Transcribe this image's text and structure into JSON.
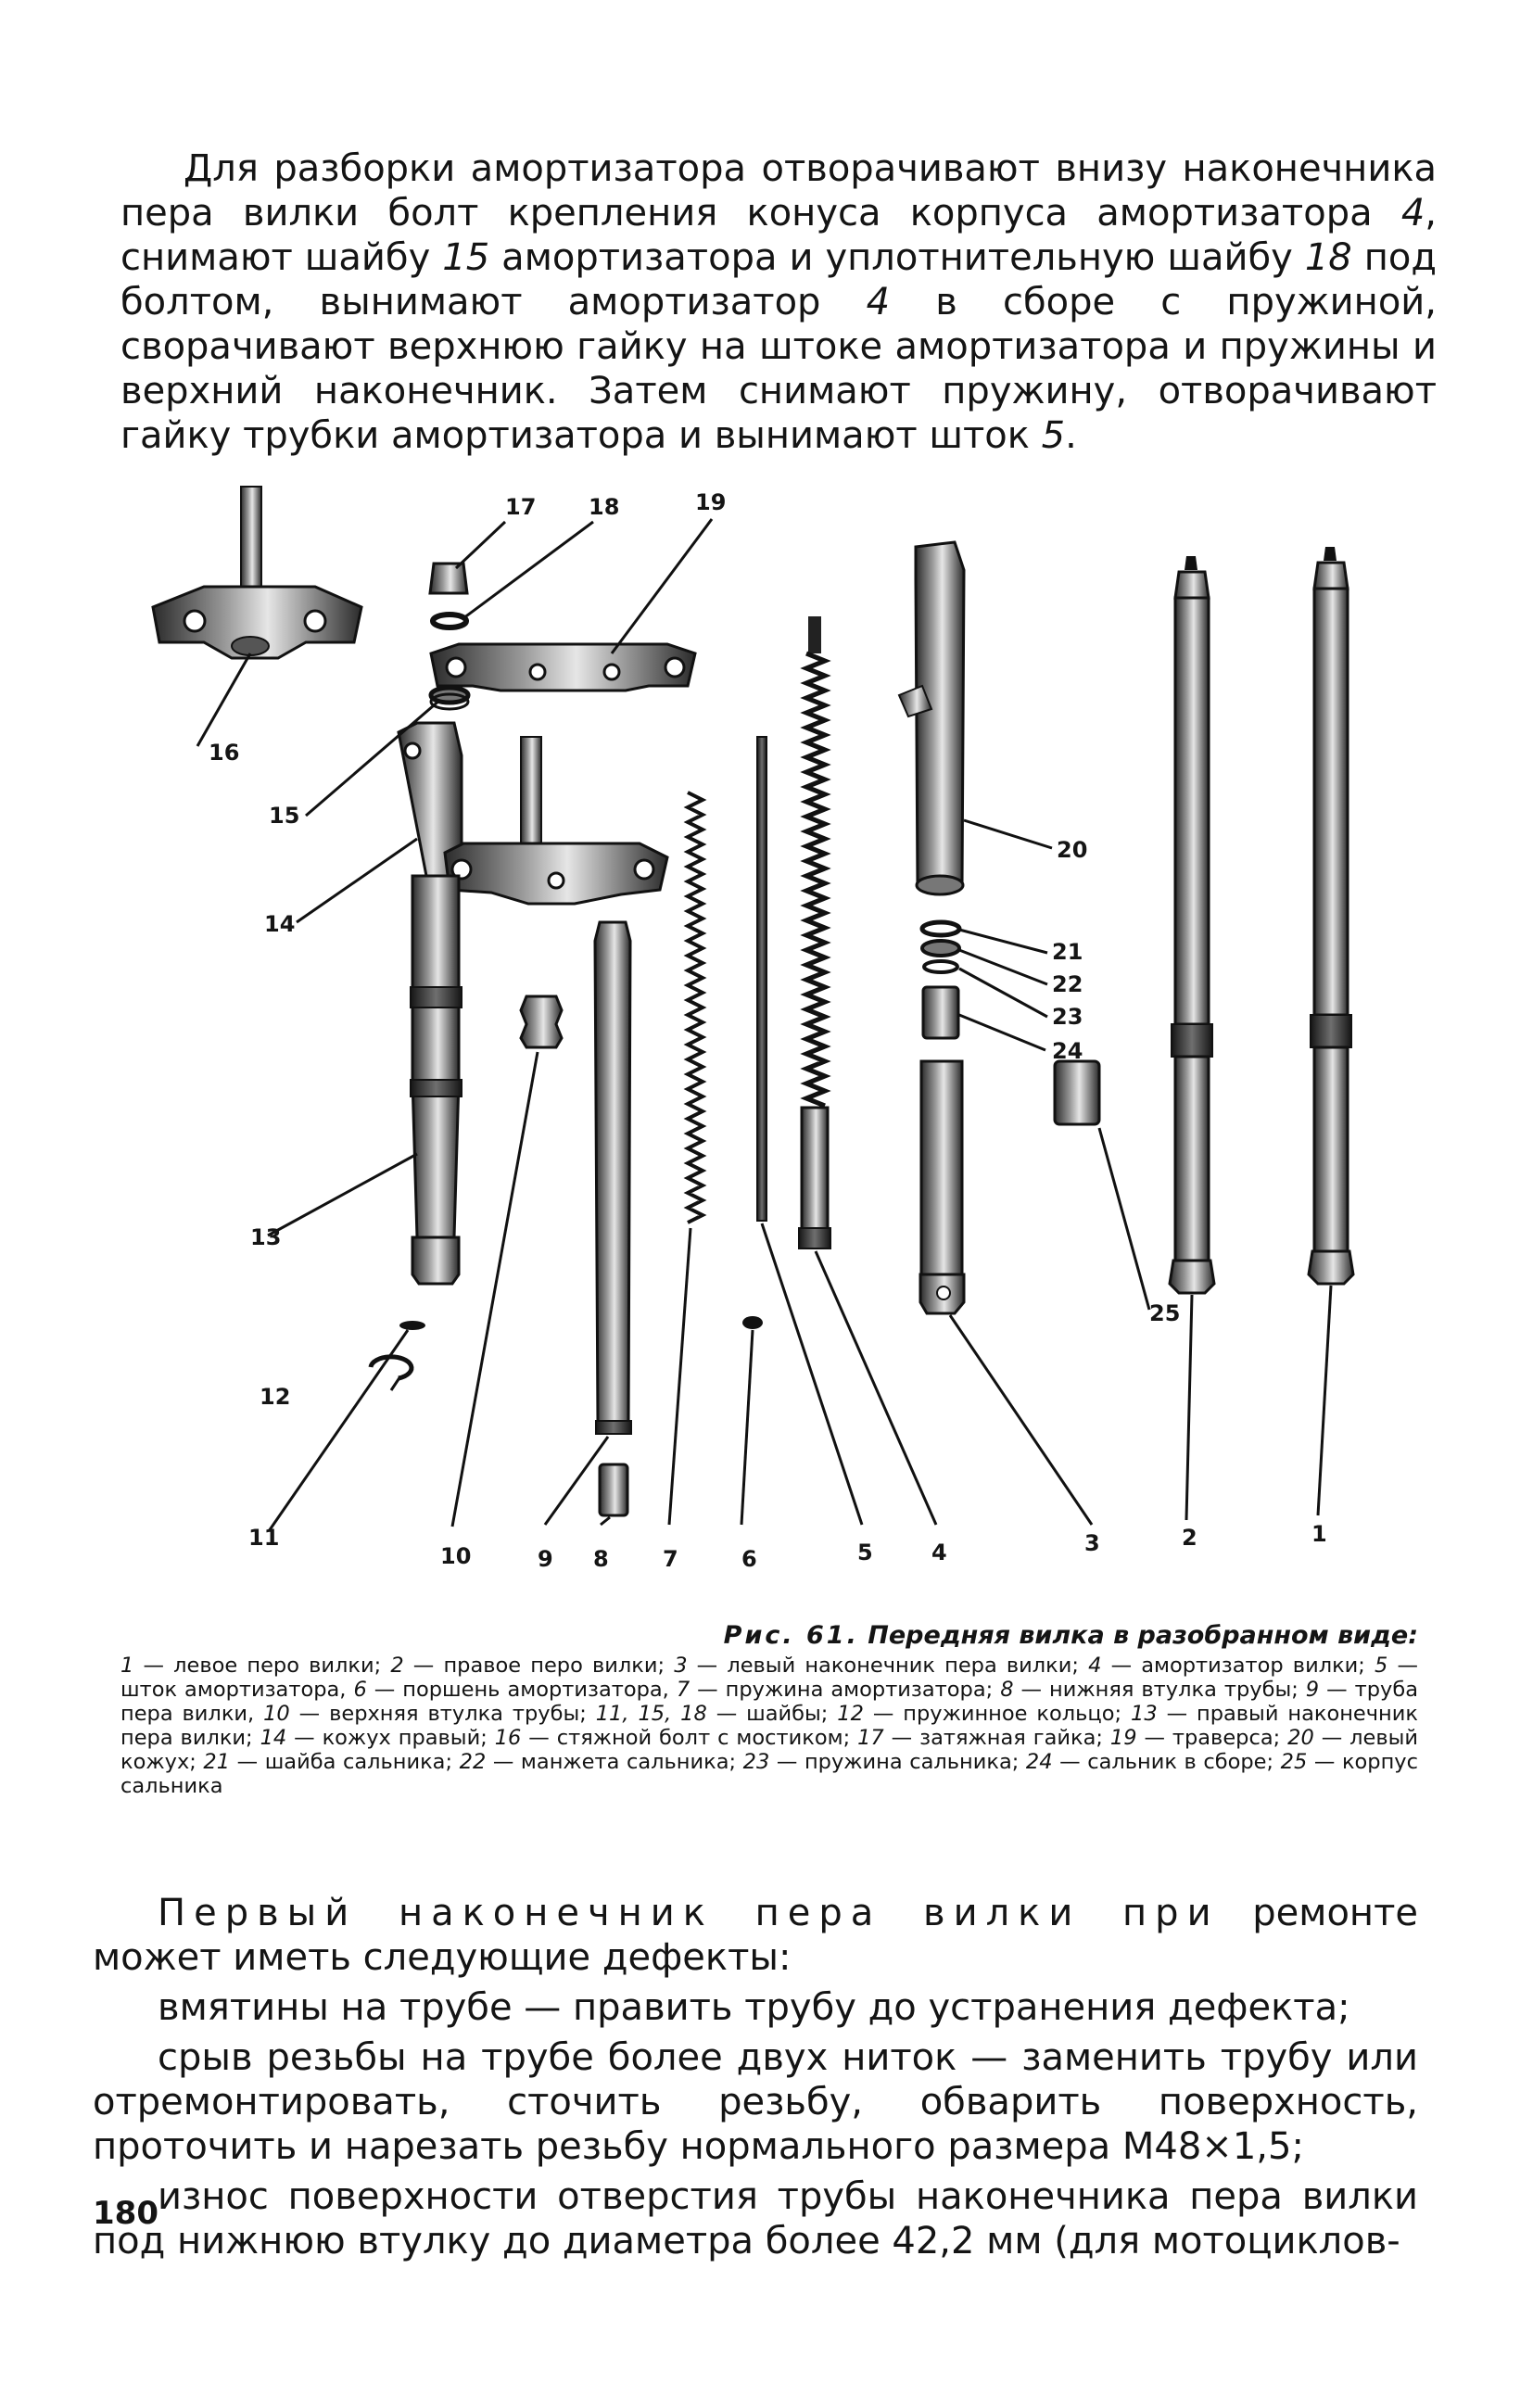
{
  "intro": {
    "parts": [
      "Для разборки амортизатора отворачивают внизу наконечника пера вилки болт крепления конуса корпуса амортизатора ",
      "4",
      ", снимают шайбу ",
      "15",
      " амортизатора и уплотнительную шайбу ",
      "18",
      " под болтом, вынимают амортизатор ",
      "4",
      " в сборе с пружиной, сворачивают верхнюю гайку на штоке амортизатора и пружины и верхний наконечник. Затем снимают пружину, отворачивают гайку трубки амортизатора и вынимают шток ",
      "5",
      "."
    ]
  },
  "figure": {
    "labels": [
      "1",
      "2",
      "3",
      "4",
      "5",
      "6",
      "7",
      "8",
      "9",
      "10",
      "11",
      "12",
      "13",
      "14",
      "15",
      "16",
      "17",
      "18",
      "19",
      "20",
      "21",
      "22",
      "23",
      "24",
      "25"
    ]
  },
  "caption": {
    "lead": "Рис. 61.",
    "title": "Передняя вилка в разобранном виде:",
    "items": [
      {
        "n": "1",
        "text": "левое перо вилки;"
      },
      {
        "n": "2",
        "text": "правое перо вилки;"
      },
      {
        "n": "3",
        "text": "левый наконечник пера вилки;"
      },
      {
        "n": "4",
        "text": "амортизатор вилки;"
      },
      {
        "n": "5",
        "text": "шток амортизатора,"
      },
      {
        "n": "6",
        "text": "поршень амортизатора,"
      },
      {
        "n": "7",
        "text": "пружина амортизатора;"
      },
      {
        "n": "8",
        "text": "нижняя втулка трубы;"
      },
      {
        "n": "9",
        "text": "труба пера вилки,"
      },
      {
        "n": "10",
        "text": "верхняя втулка трубы;"
      },
      {
        "n": "11, 15, 18",
        "text": "шайбы;"
      },
      {
        "n": "12",
        "text": "пружинное кольцо;"
      },
      {
        "n": "13",
        "text": "правый наконечник пера вилки;"
      },
      {
        "n": "14",
        "text": "кожух правый;"
      },
      {
        "n": "16",
        "text": "стяжной болт с мостиком;"
      },
      {
        "n": "17",
        "text": "затяжная гайка;"
      },
      {
        "n": "19",
        "text": "траверса;"
      },
      {
        "n": "20",
        "text": "левый кожух;"
      },
      {
        "n": "21",
        "text": "шайба сальника;"
      },
      {
        "n": "22",
        "text": "манжета сальника;"
      },
      {
        "n": "23",
        "text": "пружина сальника;"
      },
      {
        "n": "24",
        "text": "сальник в сборе;"
      },
      {
        "n": "25",
        "text": "корпус сальника"
      }
    ]
  },
  "body": {
    "p1_spaced": "Первый наконечник пера вилки при",
    "p1_rest": " ремонте может иметь следующие дефекты:",
    "p2": "вмятины на трубе — править трубу до устранения дефекта;",
    "p3": "срыв резьбы на трубе более двух ниток — заменить трубу или отремонтировать, сточить резьбу, обварить поверхность, проточить и нарезать резьбу нормального размера М48×1,5;",
    "p4": "износ поверхности отверстия трубы наконечника пера вилки под нижнюю втулку до диаметра более 42,2 мм (для мотоциклов-"
  },
  "page_number": "180"
}
